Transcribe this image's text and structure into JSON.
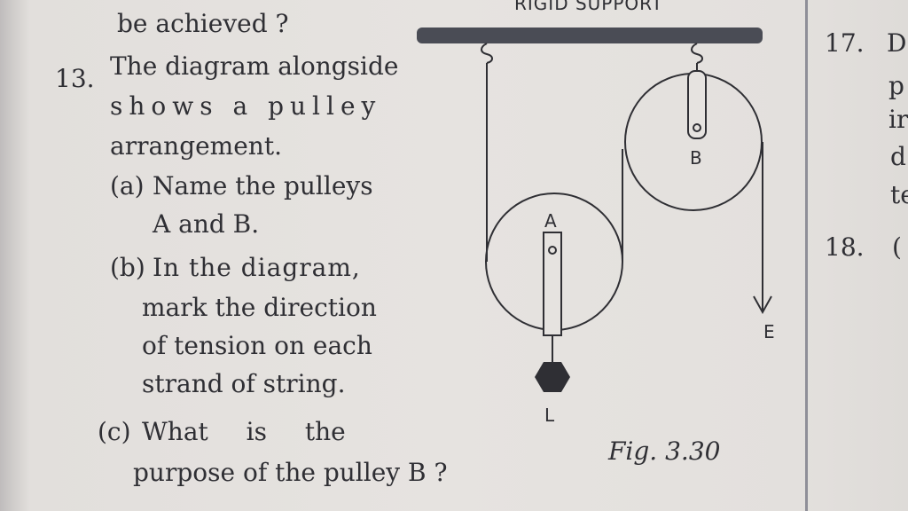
{
  "question13": {
    "prev_line": "be achieved ?",
    "number": "13.",
    "stem": [
      "The diagram alongside",
      "shows a pulley",
      "arrangement."
    ],
    "part_a": {
      "marker": "(a)",
      "lines": [
        "Name the pulleys",
        "A and B."
      ]
    },
    "part_b": {
      "marker": "(b)",
      "lines": [
        "In the diagram,",
        "mark the direction",
        "of tension on each",
        "strand of string."
      ]
    },
    "part_c": {
      "marker": "(c)",
      "lines": [
        "What is the",
        "purpose of the pulley B ?"
      ]
    }
  },
  "figure": {
    "support_label": "RIGID SUPPORT",
    "pulley_a_label": "A",
    "pulley_b_label": "B",
    "load_label": "L",
    "effort_label": "E",
    "caption": "Fig. 3.30"
  },
  "right_column": {
    "q17_number": "17.",
    "q17_fragments": [
      "D",
      "p",
      "ir",
      "d",
      "te"
    ],
    "q18_number": "18.",
    "q18_fragment": "("
  },
  "colors": {
    "ink": "#2f2f34",
    "paper": "#e3e0dd",
    "line": "#8f8f98"
  }
}
